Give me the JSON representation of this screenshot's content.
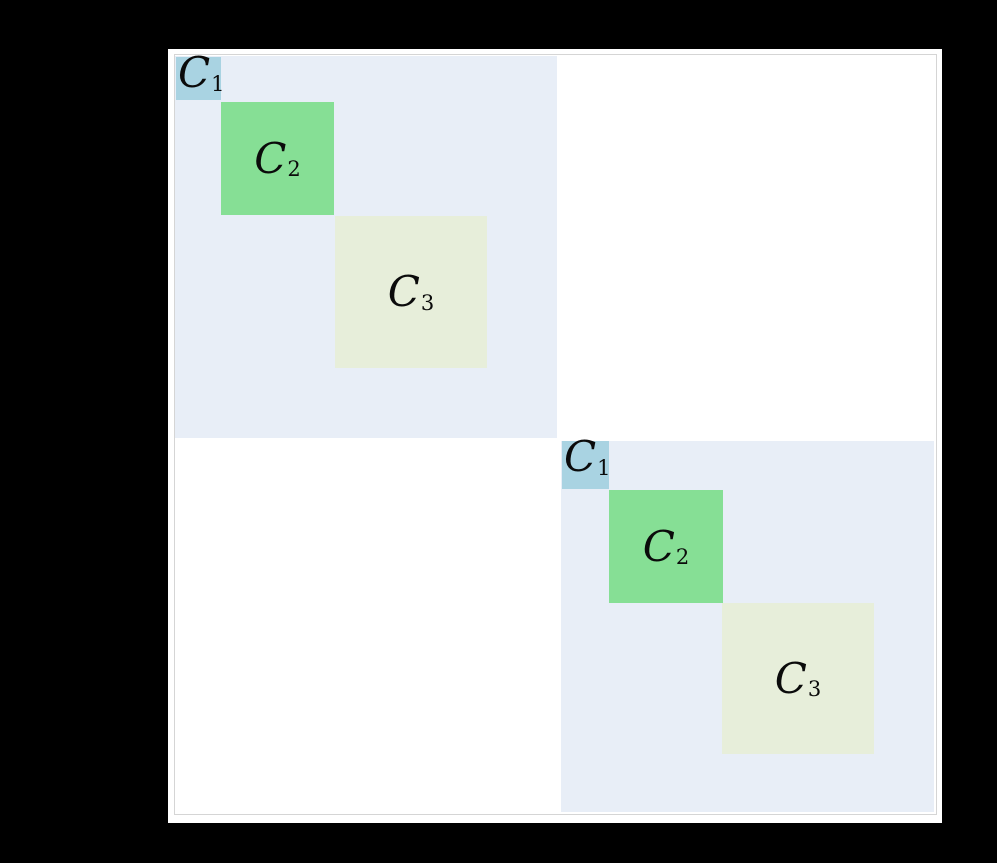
{
  "page": {
    "background_color": "#000000"
  },
  "figure": {
    "background_color": "#ffffff",
    "axes_border_color": "#d5d5d5"
  },
  "colors": {
    "community_block_fill": "#e8eef7",
    "cluster_c1_fill": "#a9d3e2",
    "cluster_c2_fill": "#86df95",
    "cluster_c3_fill": "#e7eeda",
    "label_color": "#0b0b0b"
  },
  "matrix": {
    "description": "Nested block-diagonal structure: two diagonal community blocks, each containing diagonal clusters C1, C2, C3",
    "blocks": [
      {
        "name": "top-left community block",
        "clusters": [
          {
            "label": "C",
            "subscript": "1"
          },
          {
            "label": "C",
            "subscript": "2"
          },
          {
            "label": "C",
            "subscript": "3"
          }
        ]
      },
      {
        "name": "bottom-right community block",
        "clusters": [
          {
            "label": "C",
            "subscript": "1"
          },
          {
            "label": "C",
            "subscript": "2"
          },
          {
            "label": "C",
            "subscript": "3"
          }
        ]
      }
    ]
  }
}
